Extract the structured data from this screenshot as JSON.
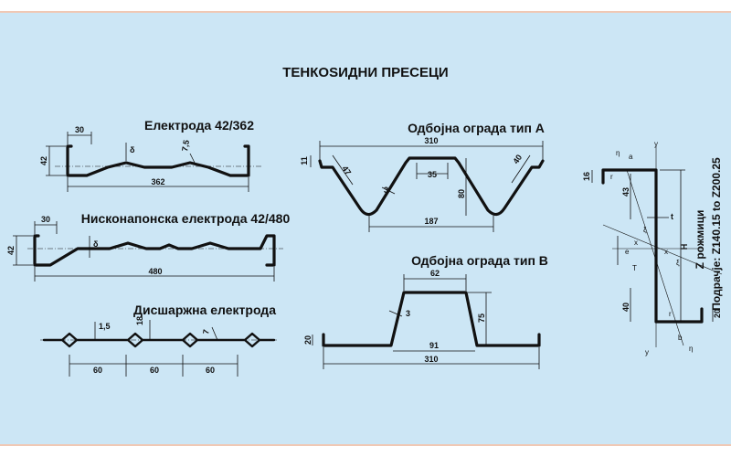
{
  "main_title": "ТЕНКОЅИДНИ ПРЕСЕЦИ",
  "colors": {
    "background": "#cce6f5",
    "frame": "#f0c8b4",
    "line": "#111111"
  },
  "electrode_42_362": {
    "title": "Електрода 42/362",
    "dims": {
      "top_width": "30",
      "height": "42",
      "thickness": "δ",
      "rib": "7,5",
      "total": "362"
    }
  },
  "low_voltage_electrode": {
    "title": "Нисконапонска електрода 42/480",
    "dims": {
      "top_width": "30",
      "height": "42",
      "thickness": "δ",
      "total": "480"
    }
  },
  "discharge_electrode": {
    "title": "Дисшаржна електрода",
    "dims": {
      "thickness": "1,5",
      "pitch_height": "18",
      "rib": "7",
      "pitch_1": "60",
      "pitch_2": "60",
      "pitch_3": "60"
    }
  },
  "barrier_a": {
    "title": "Одбојна ограда тип  А",
    "dims": {
      "total": "310",
      "flange": "11",
      "slope_left": "47",
      "slope_right": "40",
      "thickness": "3",
      "crest": "35",
      "depth": "80",
      "bottom": "187"
    }
  },
  "barrier_b": {
    "title": "Одбојна ограда тип В",
    "dims": {
      "top": "62",
      "thickness": "3",
      "depth": "75",
      "flange": "20",
      "bottom": "91",
      "total": "310"
    }
  },
  "z_profile": {
    "caption_line1": "Z рожмици",
    "caption_line2": "Подрачје: Z140.15 to Z200.25",
    "dims": {
      "top_lip": "16",
      "top_width": "43",
      "bottom": "40",
      "bottom_lip": "20",
      "height": "H",
      "thickness": "t",
      "e": "e"
    },
    "labels": {
      "y_top": "y",
      "y_bottom": "y",
      "x_left": "x",
      "x_right": "x",
      "a": "a",
      "b": "b",
      "r_top": "r",
      "r_bottom": "r",
      "eta_top": "η",
      "eta_bottom": "η",
      "xi_top": "ξ",
      "xi_bottom": "ξ",
      "T": "T"
    }
  }
}
